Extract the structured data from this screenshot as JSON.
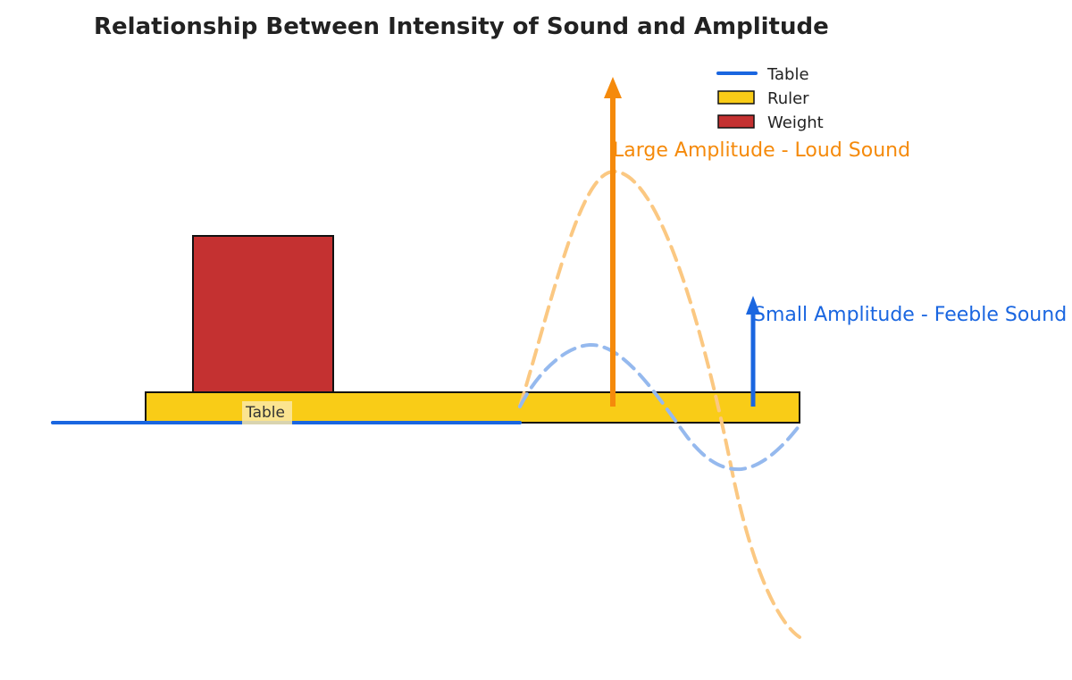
{
  "title": "Relationship Between Intensity of Sound and Amplitude",
  "legend": {
    "items": [
      {
        "label": "Table",
        "kind": "line",
        "color": "#1a66e0"
      },
      {
        "label": "Ruler",
        "kind": "box",
        "color": "#f9cc17"
      },
      {
        "label": "Weight",
        "kind": "box",
        "color": "#c43131"
      }
    ]
  },
  "labels": {
    "table_on_ruler": "Table",
    "large_amplitude": "Large Amplitude - Loud Sound",
    "small_amplitude": "Small Amplitude - Feeble Sound"
  },
  "colors": {
    "table": "#1a66e0",
    "ruler": "#f9cc17",
    "weight": "#c43131",
    "outline": "#111111",
    "large_wave": "#fbc882",
    "small_wave": "#95b9ee",
    "large_arrow": "#f58a0b",
    "small_arrow": "#1a66e0",
    "label_box": "#fbe7a6"
  },
  "icons": {
    "large_arrow": "arrow-up-icon",
    "small_arrow": "arrow-up-icon"
  }
}
